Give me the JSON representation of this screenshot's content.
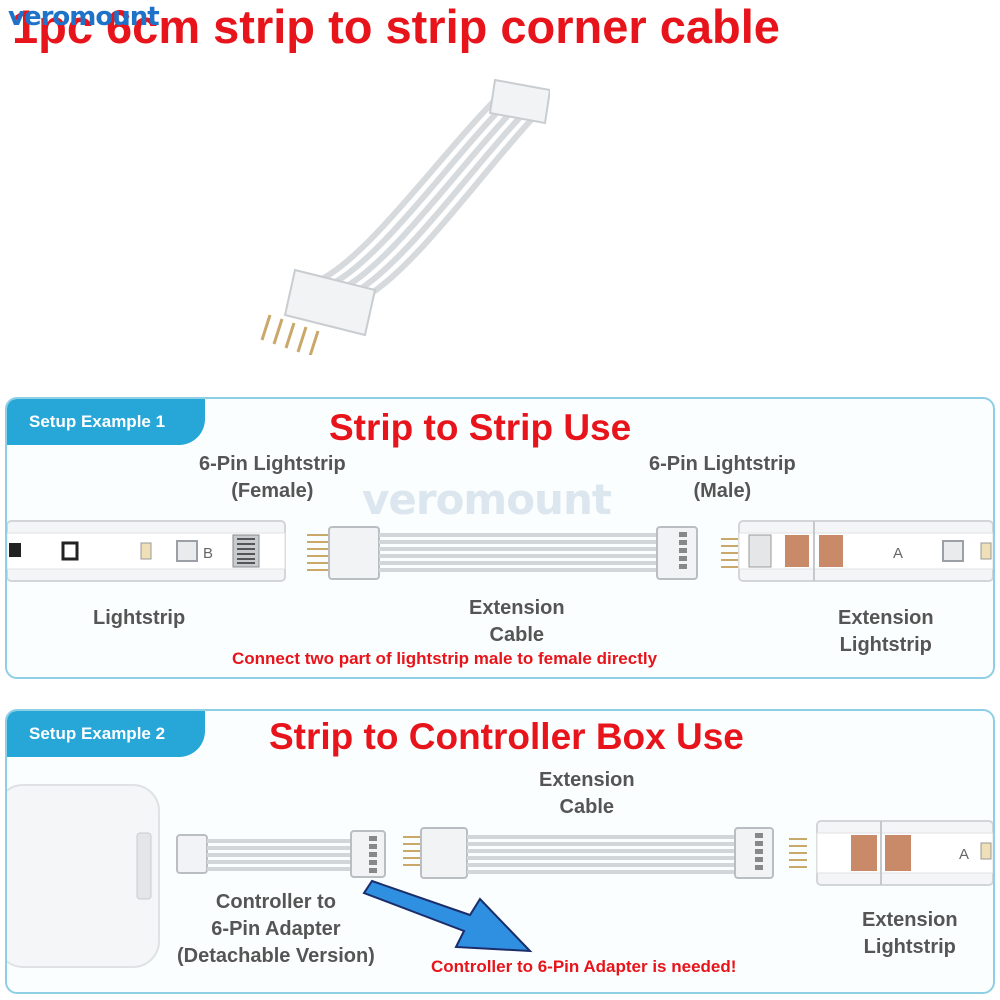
{
  "header": {
    "brand": "veromount",
    "title": "1pc 6cm strip to strip corner cable"
  },
  "example1": {
    "tab_label": "Setup Example 1",
    "title": "Strip to Strip Use",
    "watermark": "veromount",
    "female_label_line1": "6-Pin Lightstrip",
    "female_label_line2": "(Female)",
    "male_label_line1": "6-Pin Lightstrip",
    "male_label_line2": "(Male)",
    "lightstrip_label": "Lightstrip",
    "extension_cable_line1": "Extension",
    "extension_cable_line2": "Cable",
    "extension_lightstrip_line1": "Extension",
    "extension_lightstrip_line2": "Lightstrip",
    "note": "Connect two part of lightstrip male to female directly",
    "strip_marker_b": "B",
    "strip_marker_a": "A"
  },
  "example2": {
    "tab_label": "Setup Example 2",
    "title": "Strip to Controller Box Use",
    "extension_cable_line1": "Extension",
    "extension_cable_line2": "Cable",
    "adapter_line1": "Controller to",
    "adapter_line2": "6-Pin Adapter",
    "adapter_line3": "(Detachable Version)",
    "extension_lightstrip_line1": "Extension",
    "extension_lightstrip_line2": "Lightstrip",
    "note": "Controller to 6-Pin Adapter is needed!",
    "strip_marker_a": "A"
  },
  "colors": {
    "title_red": "#e8141b",
    "tab_blue": "#27a7d8",
    "panel_border": "#8ecfe5",
    "arrow_blue": "#2f8fe0",
    "label_gray": "#555555"
  }
}
